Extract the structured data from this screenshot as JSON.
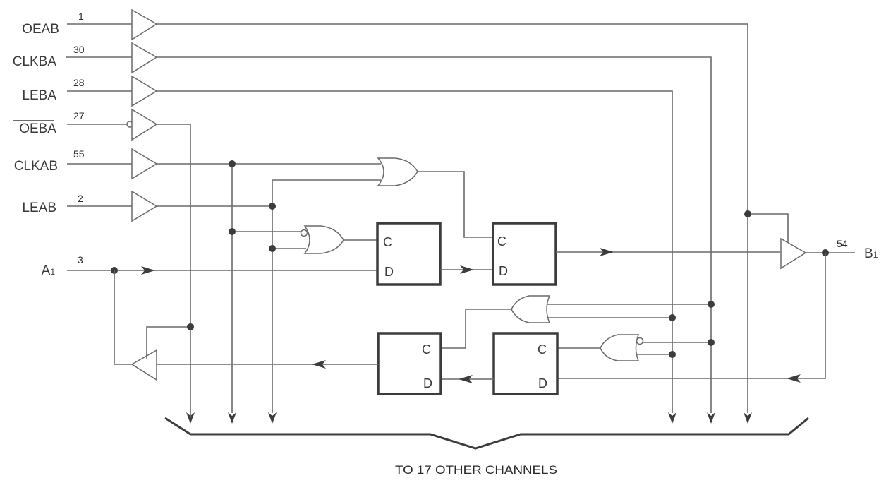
{
  "diagram": {
    "type": "logic-diagram",
    "inputs": [
      {
        "name": "OEAB",
        "pin": "1",
        "overbar": false
      },
      {
        "name": "CLKBA",
        "pin": "30",
        "overbar": false
      },
      {
        "name": "LEBA",
        "pin": "28",
        "overbar": false
      },
      {
        "name": "OEBA",
        "pin": "27",
        "overbar": true
      },
      {
        "name": "CLKAB",
        "pin": "55",
        "overbar": false
      },
      {
        "name": "LEAB",
        "pin": "2",
        "overbar": false
      }
    ],
    "port_a": {
      "name": "A",
      "subscript": "1",
      "pin": "3"
    },
    "port_b": {
      "name": "B",
      "subscript": "1",
      "pin": "54"
    },
    "registers": [
      {
        "id": "reg-ab-1",
        "c_label": "C",
        "d_label": "D"
      },
      {
        "id": "reg-ab-2",
        "c_label": "C",
        "d_label": "D"
      },
      {
        "id": "reg-ba-1",
        "c_label": "C",
        "d_label": "D"
      },
      {
        "id": "reg-ba-2",
        "c_label": "C",
        "d_label": "D"
      }
    ],
    "caption": "TO 17 OTHER CHANNELS"
  }
}
